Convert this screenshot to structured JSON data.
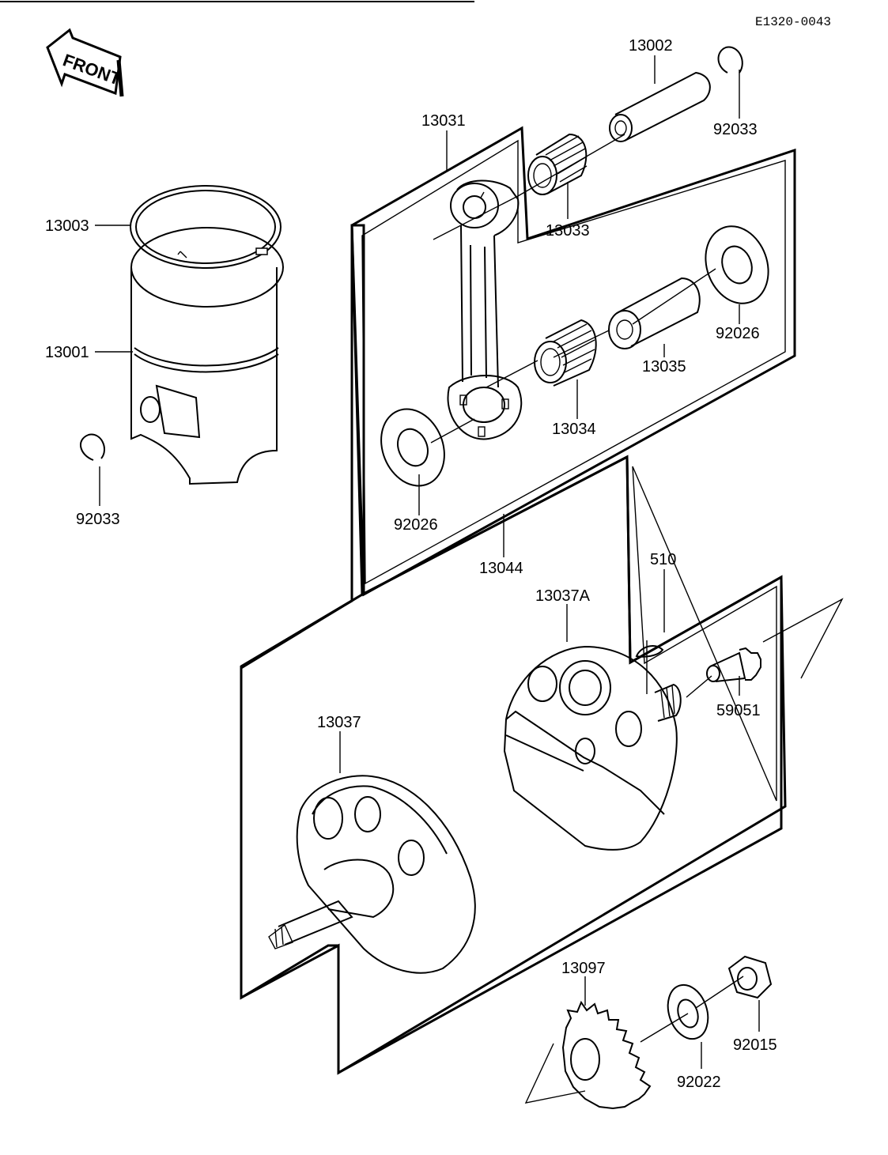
{
  "diagram_code": "E1320-0043",
  "front_label": "FRONT",
  "parts": {
    "p13002": "13002",
    "p92033_top": "92033",
    "p13031": "13031",
    "p13033": "13033",
    "p13003": "13003",
    "p13001": "13001",
    "p92026_right": "92026",
    "p13035": "13035",
    "p13034": "13034",
    "p92033_left": "92033",
    "p92026_left": "92026",
    "p13044": "13044",
    "p510": "510",
    "p13037A": "13037A",
    "p59051": "59051",
    "p13037": "13037",
    "p13097": "13097",
    "p92015": "92015",
    "p92022": "92022"
  }
}
